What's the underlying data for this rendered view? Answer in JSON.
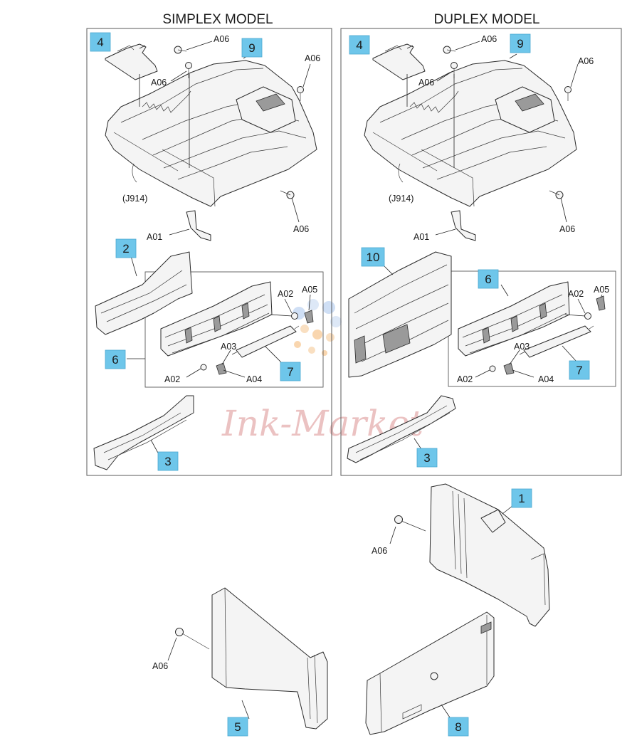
{
  "sections": {
    "simplex_title": "SIMPLEX MODEL",
    "duplex_title": "DUPLEX MODEL"
  },
  "watermark": "Ink-Market",
  "colors": {
    "badge_fill": "#6ec6ea",
    "badge_stroke": "#4aa8d0",
    "watermark": "#e7b3b3"
  },
  "callouts": {
    "a01": "A01",
    "a02": "A02",
    "a03": "A03",
    "a04": "A04",
    "a05": "A05",
    "a06": "A06",
    "j914": "(J914)"
  },
  "badges": {
    "s4": "4",
    "s9": "9",
    "s2": "2",
    "s6": "6",
    "s7": "7",
    "s3": "3",
    "d4": "4",
    "d9": "9",
    "d10": "10",
    "d6": "6",
    "d7": "7",
    "d3": "3",
    "b1": "1",
    "b5": "5",
    "b8": "8"
  }
}
